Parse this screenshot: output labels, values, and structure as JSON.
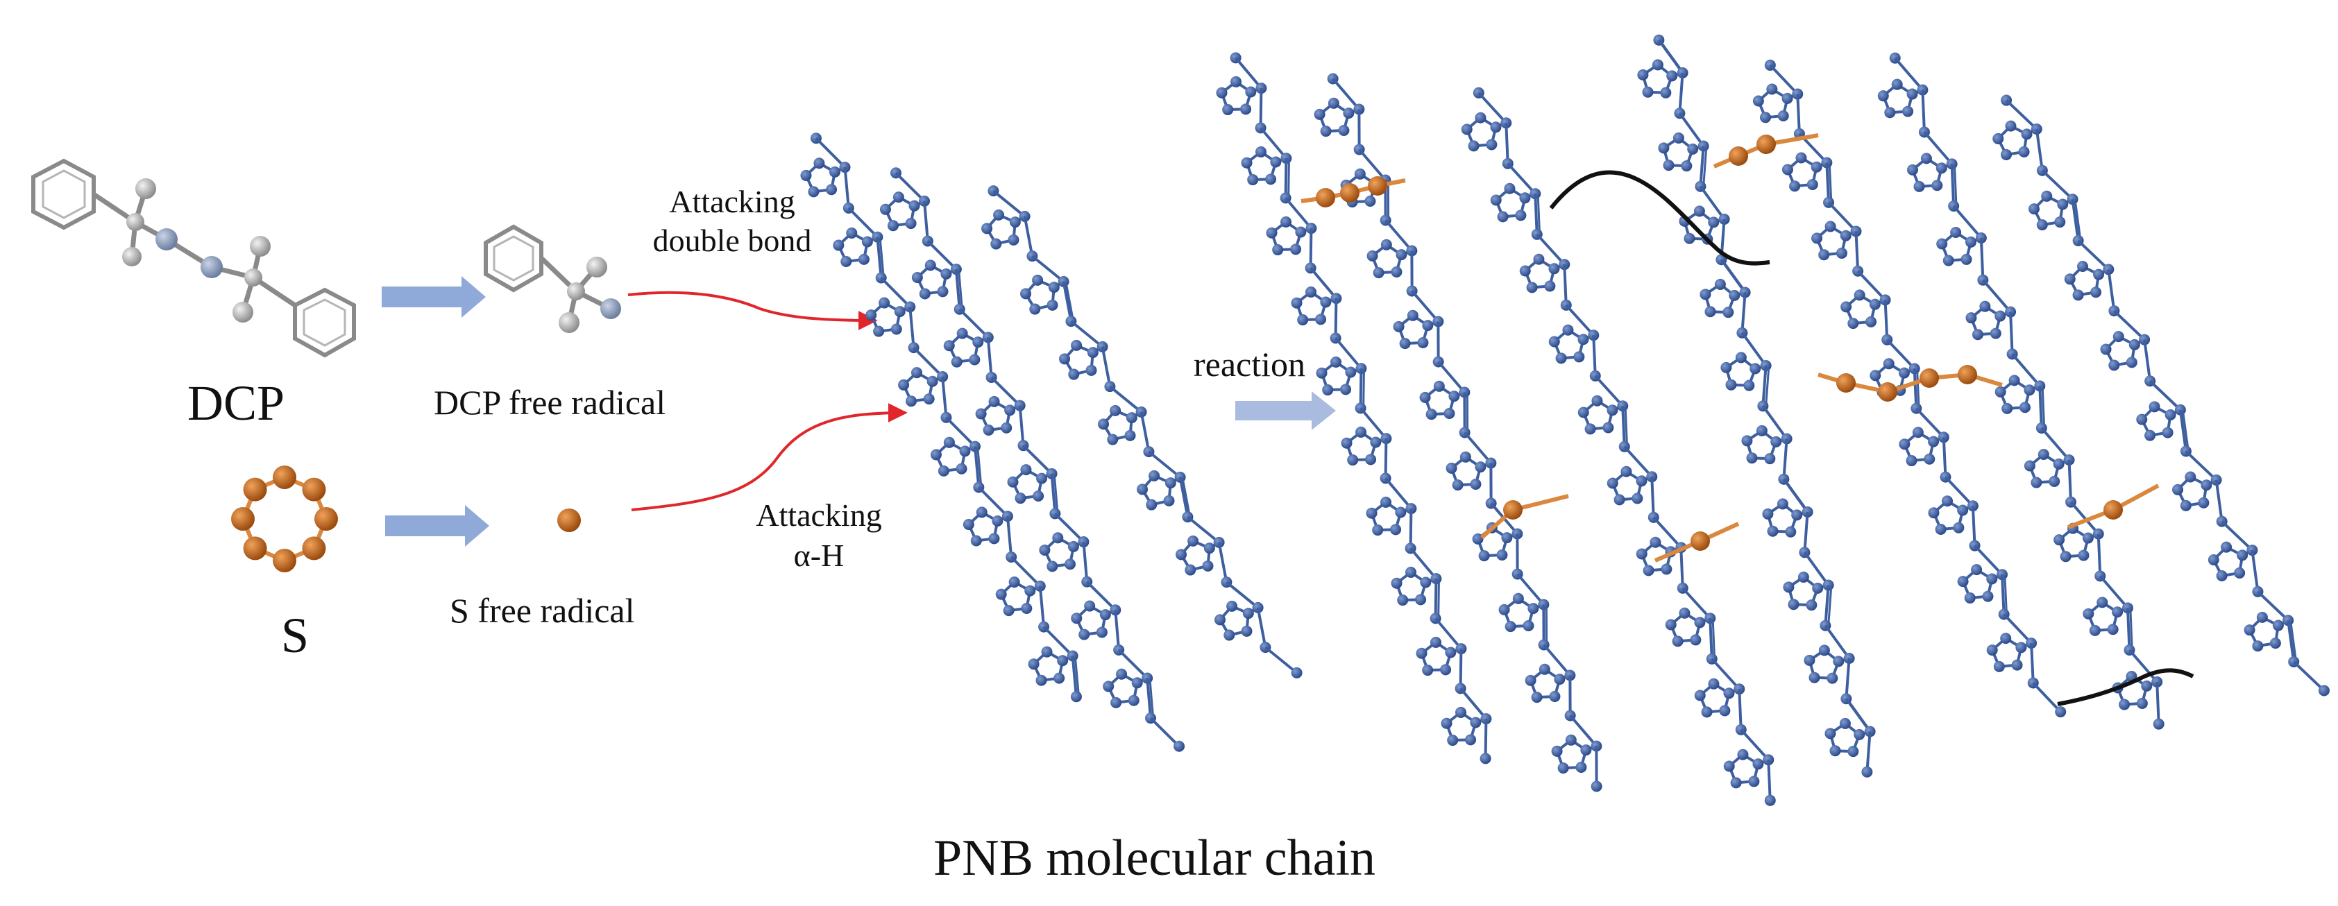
{
  "labels": {
    "dcp": "DCP",
    "s": "S",
    "dcp_radical": "DCP free radical",
    "s_radical": "S free radical",
    "attack_double_line1": "Attacking",
    "attack_double_line2": "double bond",
    "attack_alpha_line1": "Attacking",
    "attack_alpha_line2": "α-H",
    "reaction": "reaction",
    "caption": "PNB molecular chain"
  },
  "colors": {
    "chain_atom": "#3a5a9c",
    "chain_bond": "#3e5f9f",
    "sulfur": "#c06a1e",
    "sulfur_bond": "#d9883e",
    "red_arrow": "#e0262a",
    "blue_arrow": "#8fa9d8",
    "black_link": "#111111",
    "gray_atom": "#9a9a9a"
  }
}
